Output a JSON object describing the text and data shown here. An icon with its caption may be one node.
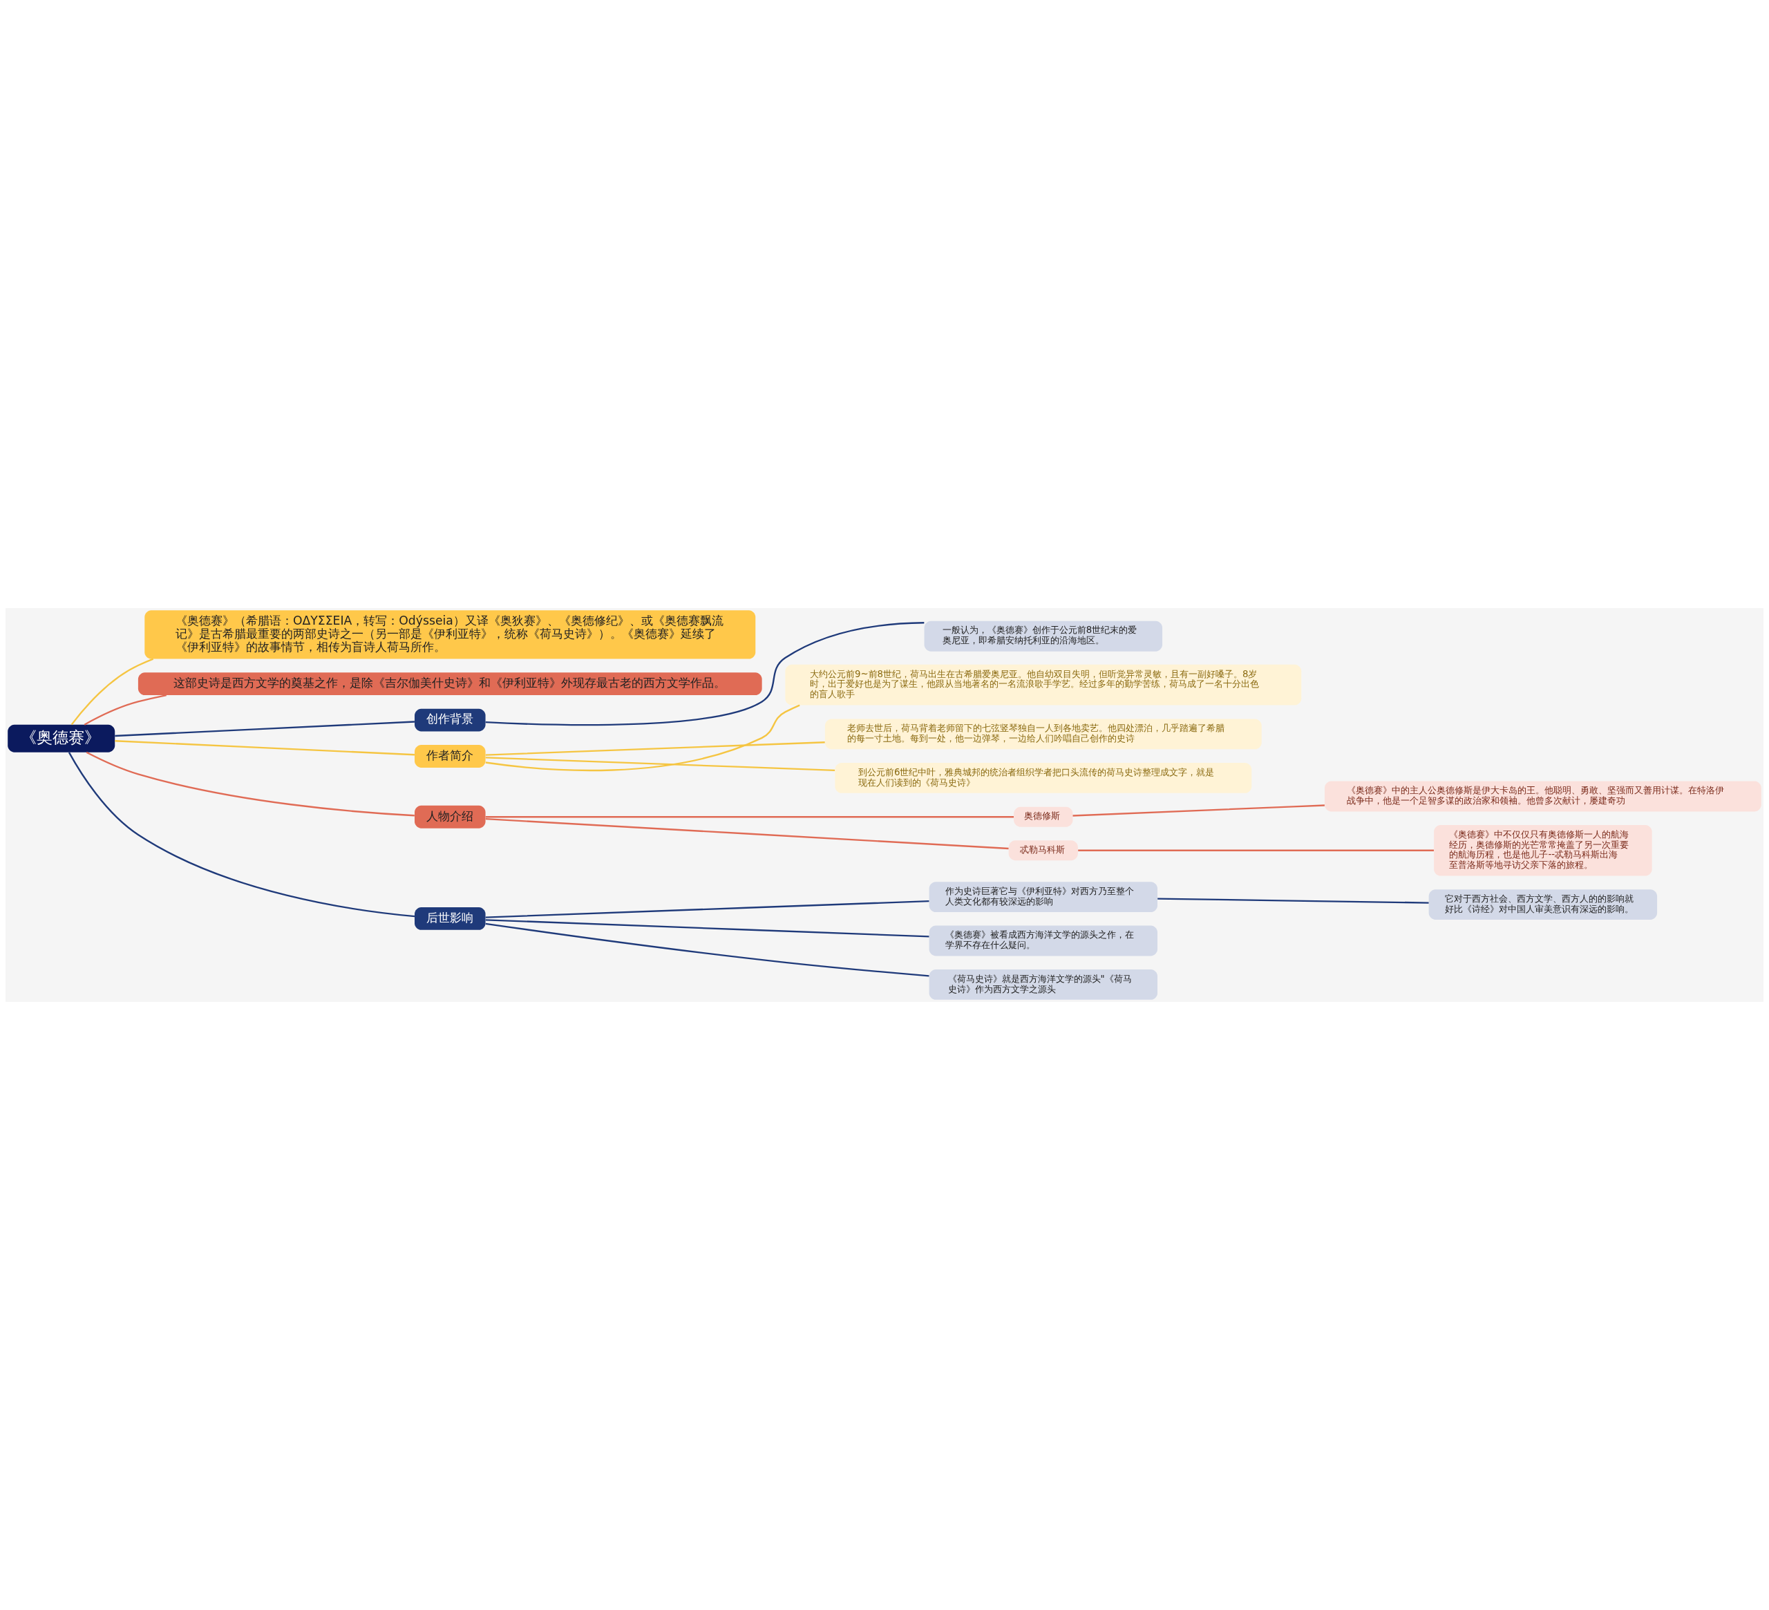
{
  "diagram": {
    "nodes": [
      {
        "text": [
          "《奥德赛》"
        ]
      },
      {
        "text": [
          "《奥德赛》（希腊语：ΟΔΥΣΣΕΙΑ，转写：Odýsseia）又译《奥狄赛》、《奥德修纪》、或《奥德赛飘流记》是古希腊最重要的两部史诗之一（另一部是《伊利亚特》，统称《荷马史诗》）。《奥德赛》延续了《伊利亚特》的故事情节，相传为盲诗人荷马所作。"
        ]
      },
      {
        "text": [
          "这部史诗是西方文学的奠基之作，是除《吉尔伽美什史诗》和《伊利亚特》外现存最古老的西方文学作品。"
        ]
      },
      {
        "text": [
          "创作背景"
        ]
      },
      {
        "text": [
          "一般认为，《奥德赛》创作于公元前8世纪末的爱奥尼亚，即希腊安纳托利亚的沿海地区。"
        ]
      },
      {
        "text": [
          "作者简介"
        ]
      },
      {
        "text": [
          "大约公元前9~前8世纪，荷马出生在古希腊爱奥尼亚。他自幼双目失明，但听觉异常灵敏，且有一副好嗓子。8岁时，出于爱好也是为了谋生，他跟从当地著名的一名流浪歌手学艺。经过多年的勤学苦练，荷马成了一名十分出色的盲人歌手"
        ]
      },
      {
        "text": [
          "老师去世后，荷马背着老师留下的七弦竖琴独自一人到各地卖艺。他四处漂泊，几乎踏遍了希腊的每一寸土地。每到一处，他一边弹琴，一边给人们吟唱自己创作的史诗"
        ]
      },
      {
        "text": [
          "到公元前6世纪中叶，雅典城邦的统治者组织学者把口头流传的荷马史诗整理成文字，就是现在人们读到的《荷马史诗》"
        ]
      },
      {
        "text": [
          "人物介绍"
        ]
      },
      {
        "text": [
          "奥德修斯"
        ]
      },
      {
        "text": [
          "《奥德赛》中的主人公奥德修斯是伊大卡岛的王。他聪明、勇敢、坚强而又善用计谋。在特洛伊战争中，他是一个足智多谋的政治家和领袖。他曾多次献计，屡建奇功"
        ]
      },
      {
        "text": [
          "忒勒马科斯"
        ]
      },
      {
        "text": [
          "《奥德赛》中不仅仅只有奥德修斯一人的航海经历，奥德修斯的光芒常常掩盖了另一次重要的航海历程，也是他儿子--忒勒马科斯出海至普洛斯等地寻访父亲下落的旅程。"
        ]
      },
      {
        "text": [
          "后世影响"
        ]
      },
      {
        "text": [
          "作为史诗巨著它与《伊利亚特》对西方乃至整个人类文化都有较深远的影响"
        ]
      },
      {
        "text": [
          "它对于西方社会、西方文学、西方人的的影响就好比《诗经》对中国人审美意识有深远的影响。"
        ]
      },
      {
        "text": [
          "《奥德赛》被看成西方海洋文学的源头之作，在学界不存在什么疑问。"
        ]
      },
      {
        "text": [
          "《荷马史诗》就是西方海洋文学的源头\"《荷马史诗》作为西方文学之源头"
        ]
      }
    ],
    "edges": [
      {
        "from": 0,
        "to": 1,
        "arrow": "none",
        "color": "#f5c542"
      },
      {
        "from": 0,
        "to": 2,
        "arrow": "none",
        "color": "#e06b55"
      },
      {
        "from": 0,
        "to": 3,
        "arrow": "none"
      },
      {
        "from": 3,
        "to": 4,
        "arrow": "none"
      },
      {
        "from": 0,
        "to": 5,
        "arrow": "none",
        "color": "#f5c542"
      },
      {
        "from": 5,
        "to": 6,
        "arrow": "none",
        "color": "#f5c542"
      },
      {
        "from": 5,
        "to": 7,
        "arrow": "none",
        "color": "#f5c542"
      },
      {
        "from": 5,
        "to": 8,
        "arrow": "none",
        "color": "#f5c542"
      },
      {
        "from": 0,
        "to": 9,
        "arrow": "none",
        "color": "#e06b55"
      },
      {
        "from": 9,
        "to": 10,
        "arrow": "none",
        "color": "#e06b55"
      },
      {
        "from": 10,
        "to": 11,
        "arrow": "none",
        "color": "#e06b55"
      },
      {
        "from": 9,
        "to": 12,
        "arrow": "none",
        "color": "#e06b55"
      },
      {
        "from": 12,
        "to": 13,
        "arrow": "none",
        "color": "#e06b55"
      },
      {
        "from": 0,
        "to": 14,
        "arrow": "none"
      },
      {
        "from": 14,
        "to": 15,
        "arrow": "none"
      },
      {
        "from": 15,
        "to": 16,
        "arrow": "none"
      },
      {
        "from": 14,
        "to": 17,
        "arrow": "none"
      },
      {
        "from": 14,
        "to": 18,
        "arrow": "none"
      }
    ]
  }
}
